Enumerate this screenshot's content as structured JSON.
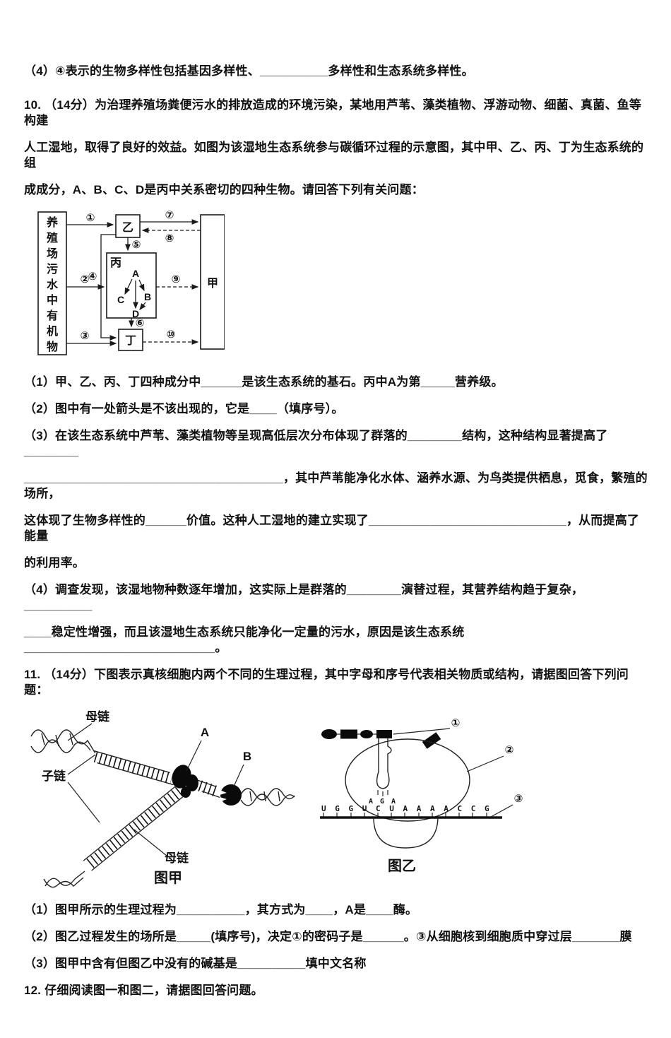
{
  "doc": {
    "q9p4": "（4）④表示的生物多样性包括基因多样性、__________多样性和生态系统多样性。",
    "q10": {
      "line1": "10. （14分）为治理养殖场粪便污水的排放造成的环境污染，某地用芦苇、藻类植物、浮游动物、细菌、真菌、鱼等构建",
      "line2": "人工湿地，取得了良好的效益。如图为该湿地生态系统参与碳循环过程的示意图，其中甲、乙、丙、丁为生态系统的组",
      "line3": "成成分，A、B、C、D是丙中关系密切的四种生物。请回答下列有关问题：",
      "d1": {
        "src": [
          "养",
          "殖",
          "场",
          "污",
          "水",
          "中",
          "有",
          "机",
          "物"
        ],
        "yi": "乙",
        "jia": "甲",
        "bing": "丙",
        "ding": "丁",
        "A": "A",
        "B": "B",
        "C": "C",
        "D": "D",
        "n1": "①",
        "n2": "②",
        "n3": "③",
        "n4": "④",
        "n5": "⑤",
        "n6": "⑥",
        "n7": "⑦",
        "n8": "⑧",
        "n9": "⑨",
        "n10": "⑩"
      },
      "sub1": "（1）甲、乙、丙、丁四种成分中______是该生态系统的基石。丙中A为第_____营养级。",
      "sub2": "（2）图中有一处箭头是不该出现的，它是____（填序号）。",
      "sub3a": "（3）在该生态系统中芦苇、藻类植物等呈现高低层次分布体现了群落的________结构，这种结构显著提高了________",
      "sub3b": "______________________________________，其中芦苇能净化水体、涵养水源、为鸟类提供栖息，觅食，繁殖的场所，",
      "sub3c": "这体现了生物多样性的______价值。这种人工湿地的建立实现了_____________________________，从而提高了能量",
      "sub3d": "的利用率。",
      "sub4a": "（4）调查发现，该湿地物种数逐年增加，这实际上是群落的________演替过程，其营养结构趋于复杂，__________",
      "sub4b": "____稳定性增强，而且该湿地生态系统只能净化一定量的污水，原因是该生态系统____________________________。"
    },
    "q11": {
      "intro": "11. （14分）下图表示真核细胞内两个不同的生理过程，其中字母和序号代表相关物质或结构，请据图回答下列问题：",
      "figA": {
        "mother_top": "母链",
        "A": "A",
        "B": "B",
        "child": "子链",
        "mother_bottom": "母链",
        "caption": "图甲"
      },
      "figB": {
        "n1": "①",
        "n2": "②",
        "n3": "③",
        "anticodon": "A G A",
        "mrna": "U G G U C U A A A A C C G",
        "caption": "图乙"
      },
      "sub1": "（1）图甲所示的生理过程为__________，其方式为____，A是____酶。",
      "sub2": "（2）图乙过程发生的场所是_____(填序号)，决定①的密码子是______。③从细胞核到细胞质中穿过层_______膜",
      "sub3": "（3）图甲中含有但图乙中没有的碱基是__________填中文名称"
    },
    "q12": "12. 仔细阅读图一和图二，请据图回答问题。"
  }
}
